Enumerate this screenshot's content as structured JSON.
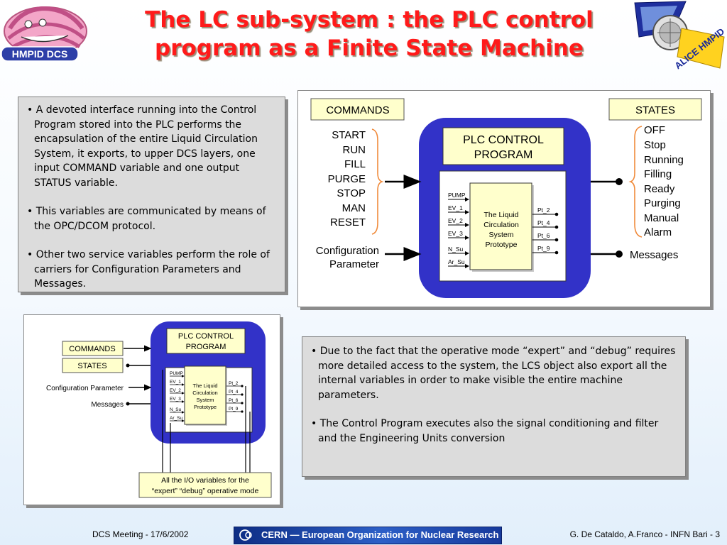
{
  "logo_left_text": "HMPID DCS",
  "logo_right_text": "ALICE HMPID",
  "title": "The LC sub-system : the PLC control program as a Finite State Machine",
  "panel_top_bullets": [
    "A devoted interface running into the Control Program stored into the PLC performs the encapsulation of the entire Liquid Circulation System, it exports, to upper DCS layers, one input COMMAND variable and one output STATUS variable.",
    "This variables are communicated by means of the OPC/DCOM protocol.",
    "Other two service variables perform the role of carriers for Configuration Parameters and  Messages."
  ],
  "panel_bottom_bullets": [
    "Due to the fact that the operative mode “expert” and “debug” requires more detailed access to the system, the LCS object also export all the internal variables in order to make visible the entire machine parameters.",
    "The Control Program executes also the signal conditioning and filter and the Engineering Units conversion"
  ],
  "diagram_top": {
    "commands_label": "COMMANDS",
    "states_label": "STATES",
    "program_label_line1": "PLC CONTROL",
    "program_label_line2": "PROGRAM",
    "commands": [
      "START",
      "RUN",
      "FILL",
      "PURGE",
      "STOP",
      "MAN",
      "RESET"
    ],
    "states": [
      "OFF",
      "Stop",
      "Running",
      "Filling",
      "Ready",
      "Purging",
      "Manual",
      "Alarm"
    ],
    "config_line1": "Configuration",
    "config_line2": "Parameter",
    "messages_label": "Messages",
    "chip_inputs": [
      "PUMP",
      "EV_1",
      "EV_2",
      "EV_3",
      "N_Su",
      "Ar_Su"
    ],
    "chip_outputs": [
      "Pt_2",
      "Pt_4",
      "Pt_6",
      "Pt_9"
    ],
    "chip_line1": "The Liquid",
    "chip_line2": "Circulation",
    "chip_line3": "System",
    "chip_line4": "Prototype"
  },
  "diagram_bottom": {
    "program_label_line1": "PLC CONTROL",
    "program_label_line2": "PROGRAM",
    "commands_label": "COMMANDS",
    "states_label": "STATES",
    "config_label": "Configuration Parameter",
    "messages_label": "Messages",
    "note_line1": "All the I/O variables for the",
    "note_line2": "“expert” “debug” operative mode",
    "chip_inputs": [
      "PUMP",
      "EV_1",
      "EV_2",
      "EV_3",
      "N_Su",
      "Ar_Su"
    ],
    "chip_outputs": [
      "Pt_2",
      "Pt_4",
      "Pt_6",
      "Pt_9"
    ],
    "chip_line1": "The Liquid",
    "chip_line2": "Circulation",
    "chip_line3": "System",
    "chip_line4": "Prototype"
  },
  "footer": {
    "left": "DCS Meeting - 17/6/2002",
    "center": "CERN — European Organization for Nuclear Research",
    "right": "G. De Cataldo, A.Franco -  INFN Bari - 3"
  },
  "colors": {
    "title": "#ff1a1a",
    "plc_block": "#3232c8",
    "label_box": "#ffffcc",
    "chip": "#ffffcc",
    "bracket": "#f08a3a",
    "panel": "#dcdcdc"
  }
}
